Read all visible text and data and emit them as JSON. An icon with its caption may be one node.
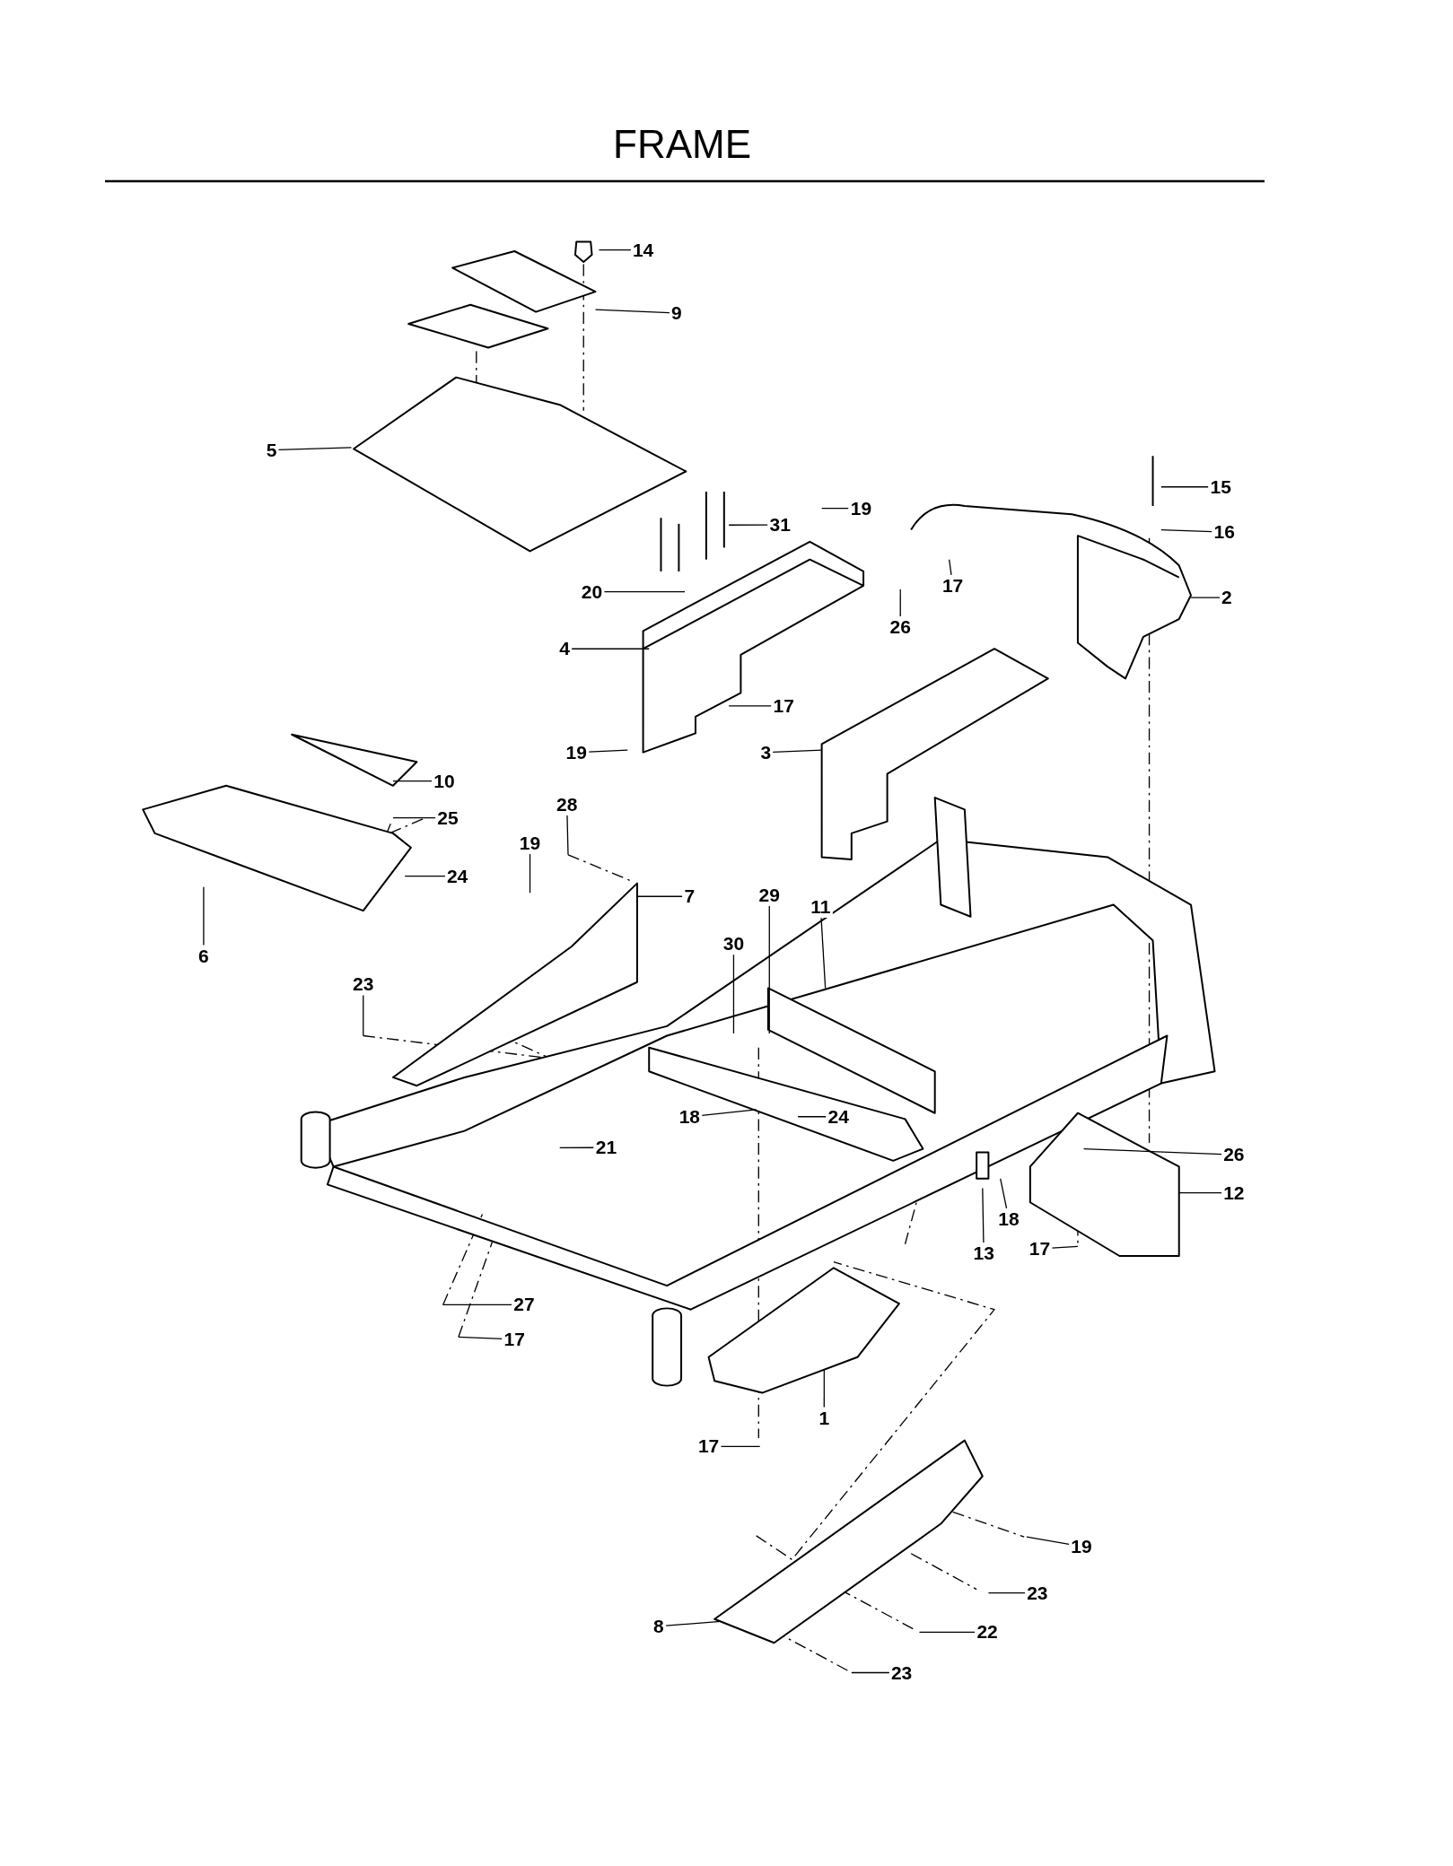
{
  "diagram": {
    "title": "FRAME",
    "nodes": [
      {
        "text": [
          "14"
        ]
      },
      {
        "text": [
          "9"
        ]
      },
      {
        "text": [
          "5"
        ]
      },
      {
        "text": [
          "15"
        ]
      },
      {
        "text": [
          "19"
        ]
      },
      {
        "text": [
          "31"
        ]
      },
      {
        "text": [
          "16"
        ]
      },
      {
        "text": [
          "17"
        ]
      },
      {
        "text": [
          "2"
        ]
      },
      {
        "text": [
          "20"
        ]
      },
      {
        "text": [
          "26"
        ]
      },
      {
        "text": [
          "4"
        ]
      },
      {
        "text": [
          "17"
        ]
      },
      {
        "text": [
          "19"
        ]
      },
      {
        "text": [
          "3"
        ]
      },
      {
        "text": [
          "10"
        ]
      },
      {
        "text": [
          "28"
        ]
      },
      {
        "text": [
          "25"
        ]
      },
      {
        "text": [
          "19"
        ]
      },
      {
        "text": [
          "24"
        ]
      },
      {
        "text": [
          "7"
        ]
      },
      {
        "text": [
          "29"
        ]
      },
      {
        "text": [
          "11"
        ]
      },
      {
        "text": [
          "30"
        ]
      },
      {
        "text": [
          "6"
        ]
      },
      {
        "text": [
          "23"
        ]
      },
      {
        "text": [
          "18"
        ]
      },
      {
        "text": [
          "24"
        ]
      },
      {
        "text": [
          "21"
        ]
      },
      {
        "text": [
          "26"
        ]
      },
      {
        "text": [
          "12"
        ]
      },
      {
        "text": [
          "18"
        ]
      },
      {
        "text": [
          "13"
        ]
      },
      {
        "text": [
          "17"
        ]
      },
      {
        "text": [
          "27"
        ]
      },
      {
        "text": [
          "17"
        ]
      },
      {
        "text": [
          "1"
        ]
      },
      {
        "text": [
          "17"
        ]
      },
      {
        "text": [
          "19"
        ]
      },
      {
        "text": [
          "23"
        ]
      },
      {
        "text": [
          "8"
        ]
      },
      {
        "text": [
          "22"
        ]
      },
      {
        "text": [
          "23"
        ]
      }
    ],
    "edges": [
      {
        "from": 0,
        "to": null,
        "arrow": "none"
      },
      {
        "from": 1,
        "to": null,
        "arrow": "none"
      },
      {
        "from": 2,
        "to": null,
        "arrow": "none"
      },
      {
        "from": 3,
        "to": null,
        "arrow": "none"
      },
      {
        "from": 4,
        "to": null,
        "arrow": "none"
      },
      {
        "from": 5,
        "to": null,
        "arrow": "none"
      },
      {
        "from": 6,
        "to": null,
        "arrow": "none"
      },
      {
        "from": 7,
        "to": null,
        "arrow": "none"
      },
      {
        "from": 8,
        "to": null,
        "arrow": "none"
      },
      {
        "from": 9,
        "to": null,
        "arrow": "none"
      },
      {
        "from": 10,
        "to": null,
        "arrow": "none"
      },
      {
        "from": 11,
        "to": null,
        "arrow": "none"
      },
      {
        "from": 12,
        "to": null,
        "arrow": "none"
      },
      {
        "from": 13,
        "to": null,
        "arrow": "none"
      },
      {
        "from": 14,
        "to": null,
        "arrow": "none"
      },
      {
        "from": 15,
        "to": null,
        "arrow": "none"
      },
      {
        "from": 16,
        "to": null,
        "arrow": "none"
      },
      {
        "from": 17,
        "to": null,
        "arrow": "none"
      },
      {
        "from": 18,
        "to": null,
        "arrow": "none"
      },
      {
        "from": 19,
        "to": null,
        "arrow": "none"
      },
      {
        "from": 20,
        "to": null,
        "arrow": "none"
      },
      {
        "from": 21,
        "to": null,
        "arrow": "none"
      },
      {
        "from": 22,
        "to": null,
        "arrow": "none"
      },
      {
        "from": 23,
        "to": null,
        "arrow": "none"
      },
      {
        "from": 24,
        "to": null,
        "arrow": "none"
      },
      {
        "from": 25,
        "to": null,
        "arrow": "none"
      },
      {
        "from": 26,
        "to": null,
        "arrow": "none"
      },
      {
        "from": 27,
        "to": null,
        "arrow": "none"
      },
      {
        "from": 28,
        "to": null,
        "arrow": "none"
      },
      {
        "from": 29,
        "to": null,
        "arrow": "none"
      },
      {
        "from": 30,
        "to": null,
        "arrow": "none"
      },
      {
        "from": 31,
        "to": null,
        "arrow": "none"
      },
      {
        "from": 32,
        "to": null,
        "arrow": "none"
      },
      {
        "from": 33,
        "to": null,
        "arrow": "none"
      },
      {
        "from": 34,
        "to": null,
        "arrow": "none"
      },
      {
        "from": 35,
        "to": null,
        "arrow": "none"
      },
      {
        "from": 36,
        "to": null,
        "arrow": "none"
      },
      {
        "from": 37,
        "to": null,
        "arrow": "none"
      },
      {
        "from": 38,
        "to": null,
        "arrow": "none"
      },
      {
        "from": 39,
        "to": null,
        "arrow": "none"
      },
      {
        "from": 40,
        "to": null,
        "arrow": "none"
      },
      {
        "from": 41,
        "to": null,
        "arrow": "none"
      },
      {
        "from": 42,
        "to": null,
        "arrow": "none"
      }
    ]
  }
}
